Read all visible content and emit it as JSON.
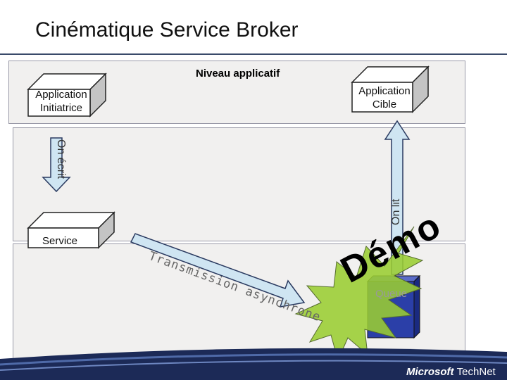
{
  "title": "Cinématique Service Broker",
  "diagram": {
    "level_label": "Niveau applicatif",
    "initiator_label": "Application Initiatrice",
    "target_label": "Application Cible",
    "service_label": "Service",
    "write_label": "On écrit",
    "read_label": "On lit",
    "transmission_label": "Transmission asynchrone",
    "queue_label": "Queue",
    "demo_label": "Démo"
  },
  "footer": {
    "brand": "Microsoft",
    "product": "TechNet"
  },
  "colors": {
    "arrow_fill": "#cfe5f2",
    "arrow_stroke": "#2a3a60",
    "burst_fill": "#9acd32",
    "queue_fill": "#2b3fa8",
    "footer_bg": "#1c2a57"
  }
}
